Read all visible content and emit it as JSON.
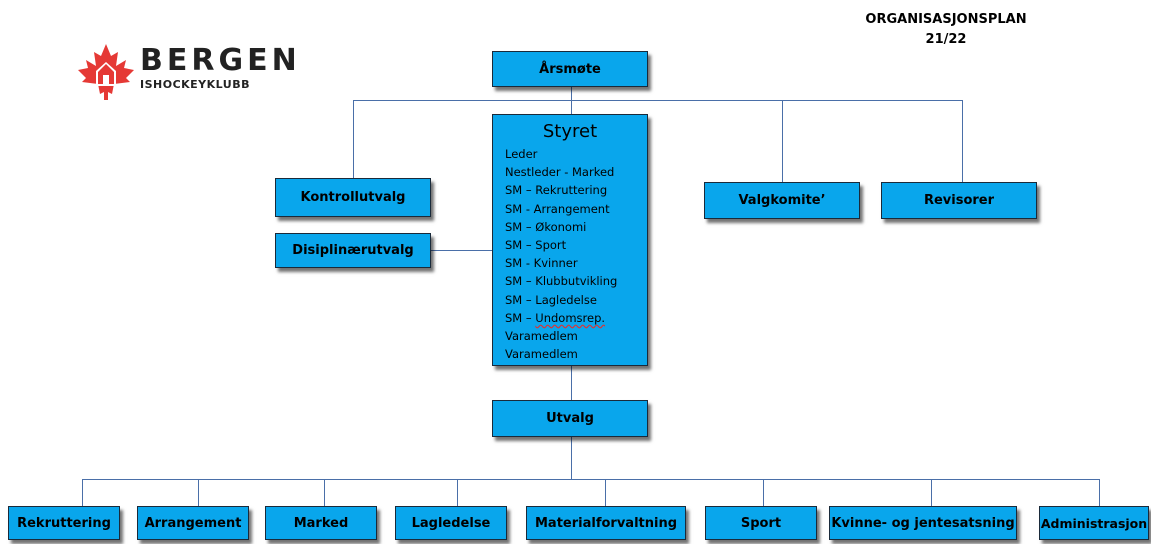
{
  "logo": {
    "name": "BERGEN",
    "subtitle": "ISHOCKEYKLUBB",
    "accent": "#e53935"
  },
  "plan": {
    "title": "ORGANISASJONSPLAN",
    "season": "21/22"
  },
  "colors": {
    "box": "#09a6ec",
    "line": "#4a6fa8"
  },
  "top": {
    "arsmote": "Årsmøte"
  },
  "left": {
    "kontroll": "Kontrollutvalg",
    "disiplin": "Disiplinærutvalg"
  },
  "right": {
    "valgkomite": "Valgkomite’",
    "revisorer": "Revisorer"
  },
  "styret": {
    "title": "Styret",
    "members": [
      "Leder",
      "Nestleder - Marked",
      "SM – Rekruttering",
      "SM - Arrangement",
      "SM – Økonomi",
      "SM – Sport",
      "SM - Kvinner",
      "SM – Klubbutvikling",
      "SM – Lagledelse"
    ],
    "undomsrep_prefix": "SM – ",
    "undomsrep_word": "Undomsrep.",
    "varamedlem1": "Varamedlem",
    "varamedlem2": "Varamedlem"
  },
  "utvalg": {
    "title": "Utvalg",
    "items": [
      "Rekruttering",
      "Arrangement",
      "Marked",
      "Lagledelse",
      "Materialforvaltning",
      "Sport",
      "Kvinne- og jentesatsning",
      "Administrasjon"
    ]
  }
}
